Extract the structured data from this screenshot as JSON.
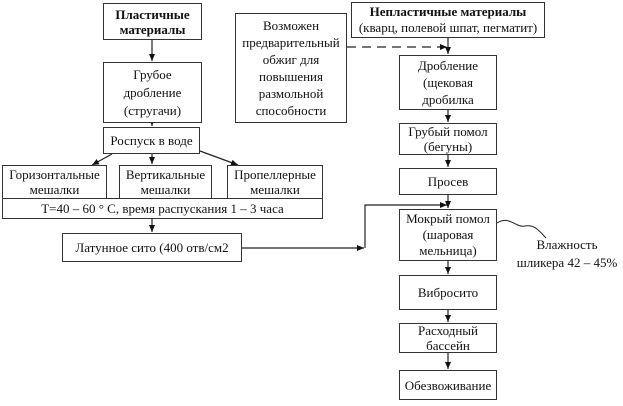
{
  "left_column": {
    "plastic": {
      "line1": "Пластичные",
      "line2": "материалы"
    },
    "coarse_crushing": {
      "line1": "Грубое",
      "line2": "дробление",
      "line3": "(стругачи)"
    },
    "soaking": {
      "label": "Роспуск в воде"
    },
    "mixers": [
      {
        "line1": "Горизонтальные",
        "line2": "мешалки"
      },
      {
        "line1": "Вертикальные",
        "line2": "мешалки"
      },
      {
        "line1": "Пропеллерные",
        "line2": "мешалки"
      }
    ],
    "conditions": {
      "label": "T=40 – 60 ° C, время  распускания 1 – 3 часа"
    },
    "brass_sieve": {
      "label": "Латунное сито (400 отв/см2"
    }
  },
  "preliminary_firing": {
    "lines": [
      "Возможен",
      "предварительный",
      "обжиг для",
      "повышения",
      "размольной",
      "способности"
    ]
  },
  "right_column": {
    "nonplastic": {
      "line1": "Непластичные материалы",
      "line2": "(кварц, полевой шпат, пегматит)"
    },
    "crushing": {
      "line1": "Дробление",
      "line2": "(щековая",
      "line3": "дробилка"
    },
    "coarse_grinding": {
      "line1": "Грубый помол",
      "line2": "(бегуны)"
    },
    "sifting": {
      "label": "Просев"
    },
    "wet_grinding": {
      "line1": "Мокрый помол",
      "line2": "(шаровая",
      "line3": "мельница)"
    },
    "vibrating_sieve": {
      "label": "Вибросито"
    },
    "storage_pool": {
      "line1": "Расходный",
      "line2": "бассейн"
    },
    "dewatering": {
      "label": "Обезвоживание"
    }
  },
  "humidity_note": {
    "line1": "Влажность",
    "line2": "шликера 42 – 45%"
  }
}
